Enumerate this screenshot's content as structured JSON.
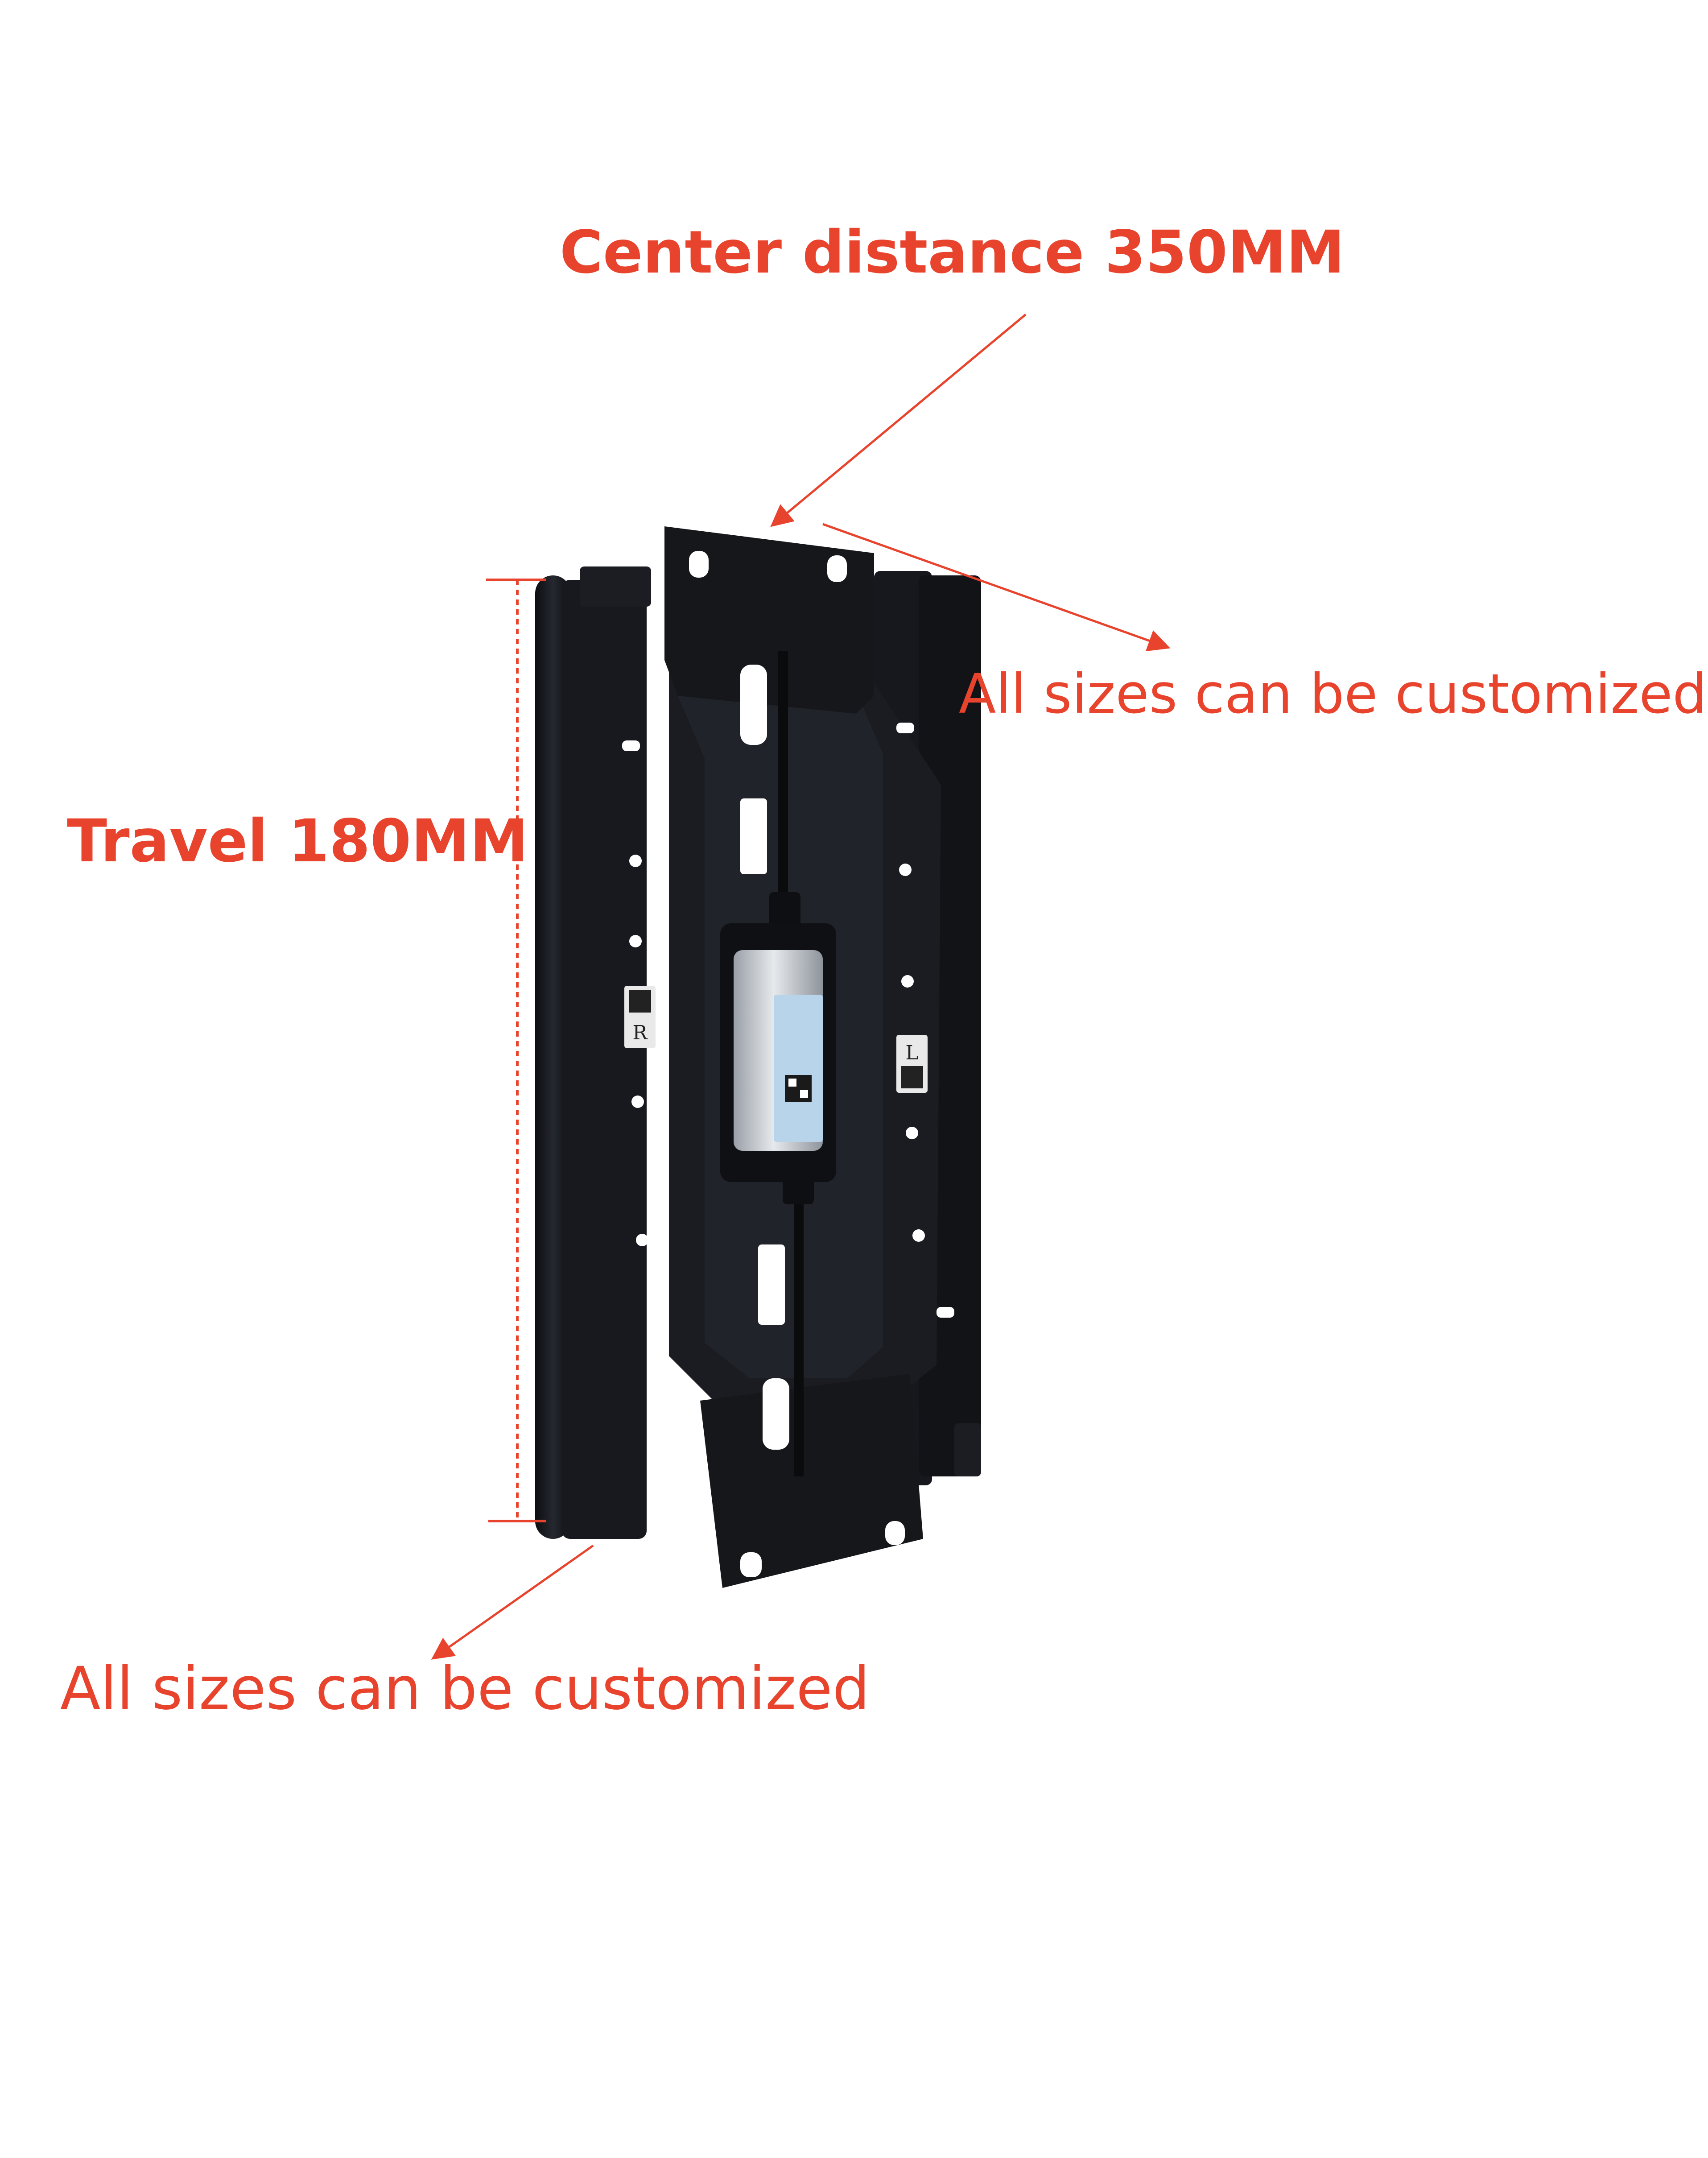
{
  "annotations": {
    "center_distance": "Center distance 350MM",
    "customize_right": "All sizes can be customized",
    "travel": "Travel 180MM",
    "customize_bottom": "All sizes can be customized"
  },
  "bracket_labels": {
    "left_tag": "R",
    "right_tag": "L"
  },
  "colors": {
    "annotation": "#e8432d",
    "bracket": "#14161b",
    "background": "#ffffff"
  },
  "subject": "black seat slide rail bracket with electric motor"
}
